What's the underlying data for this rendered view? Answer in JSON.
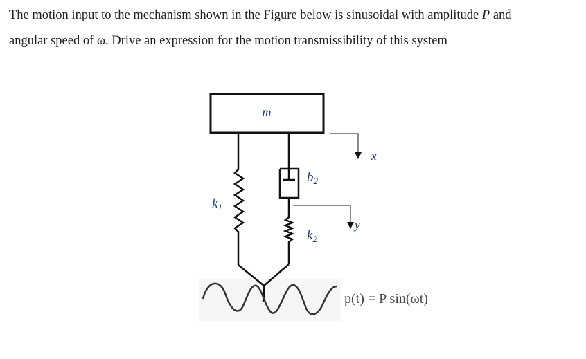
{
  "problem": {
    "line1_pre": "The motion input to the mechanism shown in the Figure below is sinusoidal with amplitude ",
    "amplitude_symbol": "P",
    "line1_post": " and",
    "line2": "angular speed of ω. Drive an expression for the motion transmissibility of this system"
  },
  "figure": {
    "mass_label": "m",
    "spring1_label": "k",
    "spring1_sub": "1",
    "damper_label": "b",
    "damper_sub": "2",
    "spring2_label": "k",
    "spring2_sub": "2",
    "x_label": "x",
    "y_label": "y",
    "input_equation": "p(t) = P sin(ωt)",
    "colors": {
      "lines": "#111111",
      "labels": "#1f3f6e",
      "arrows": "#555555",
      "wave": "#333333",
      "wave_bg": "#f6f6f4"
    }
  }
}
